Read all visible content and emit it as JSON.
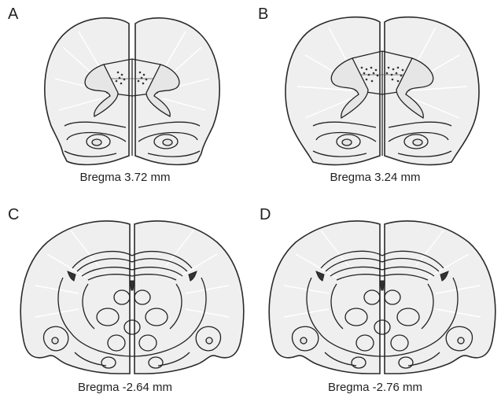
{
  "panels": [
    {
      "letter": "A",
      "caption": "Bregma 3.72 mm"
    },
    {
      "letter": "B",
      "caption": "Bregma 3.24 mm"
    },
    {
      "letter": "C",
      "caption": "Bregma -2.64 mm"
    },
    {
      "letter": "D",
      "caption": "Bregma -2.76 mm"
    }
  ]
}
